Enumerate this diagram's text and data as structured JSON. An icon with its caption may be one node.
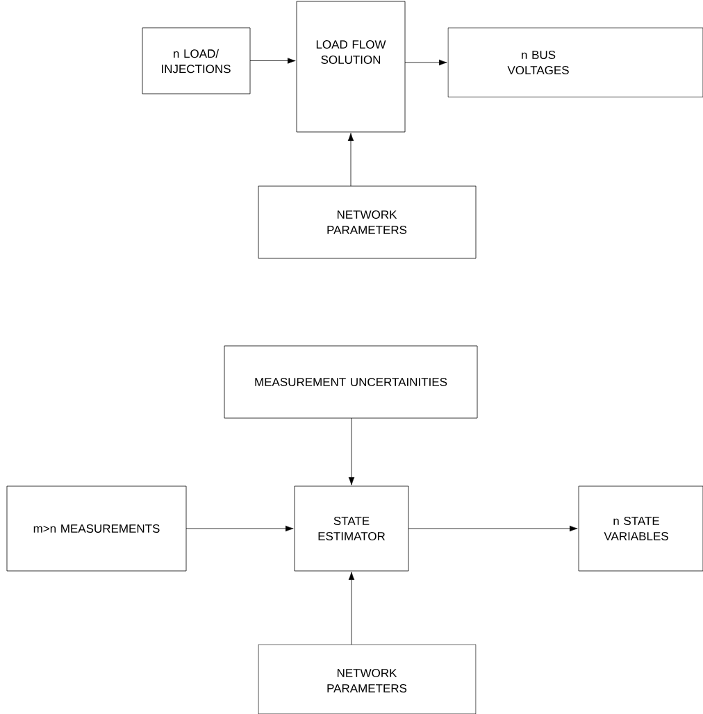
{
  "diagram": {
    "nodes": [
      {
        "text": [
          "n LOAD/ INJECTIONS"
        ]
      },
      {
        "text": [
          "LOAD FLOW SOLUTION"
        ]
      },
      {
        "text": [
          "n BUS VOLTAGES"
        ]
      },
      {
        "text": [
          "NETWORK PARAMETERS"
        ]
      },
      {
        "text": [
          "MEASUREMENT UNCERTAINITIES"
        ]
      },
      {
        "text": [
          "m>n MEASUREMENTS"
        ]
      },
      {
        "text": [
          "STATE ESTIMATOR"
        ]
      },
      {
        "text": [
          "n STATE VARIABLES"
        ]
      },
      {
        "text": [
          "NETWORK PARAMETERS"
        ]
      }
    ],
    "edges": [
      {
        "from": 0,
        "to": 1,
        "arrow": "to"
      },
      {
        "from": 1,
        "to": 2,
        "arrow": "to"
      },
      {
        "from": 3,
        "to": 1,
        "arrow": "to"
      },
      {
        "from": 4,
        "to": 6,
        "arrow": "to"
      },
      {
        "from": 5,
        "to": 6,
        "arrow": "to"
      },
      {
        "from": 6,
        "to": 7,
        "arrow": "to"
      },
      {
        "from": 8,
        "to": 6,
        "arrow": "to"
      }
    ]
  }
}
